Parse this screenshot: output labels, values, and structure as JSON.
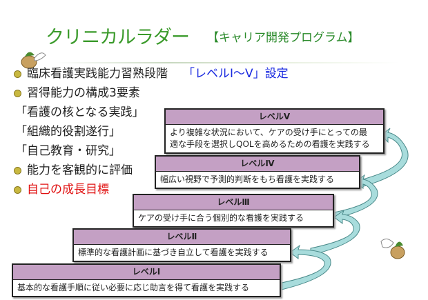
{
  "title": "クリニカルラダー",
  "subtitle": "【キャリア開発プログラム】",
  "bullets": [
    {
      "text": "臨床看護実践能力習熟段階",
      "extra": "「レベルⅠ～Ⅴ」設定"
    },
    {
      "text": "習得能力の構成3要素"
    },
    {
      "text": "「看護の核となる実践」"
    },
    {
      "text": "「組織的役割遂行」"
    },
    {
      "text": "「自己教育・研究」"
    },
    {
      "text": "能力を客観的に評価"
    },
    {
      "text": "自己の成長目標"
    }
  ],
  "levels": [
    {
      "label": "レベルⅤ",
      "desc1": "より複雑な状況において、ケアの受け手にとっての最",
      "desc2": "適な手段を選択しQOLを高めるための看護を実践する"
    },
    {
      "label": "レベルⅣ",
      "desc1": "幅広い視野で予測的判断をもち看護を実践する"
    },
    {
      "label": "レベルⅢ",
      "desc1": "ケアの受け手に合う個別的な看護を実践する"
    },
    {
      "label": "レベルⅡ",
      "desc1": "標準的な看護計画に基づき自立して看護を実践する"
    },
    {
      "label": "レベルⅠ",
      "desc1": "基本的な看護手順に従い必要に応じ助言を得て看護を実践する"
    }
  ],
  "colors": {
    "title": "#3a9a2a",
    "header": "#c4a0c4",
    "arrow": "#a8dcdc",
    "highlight": "#1a2ae0",
    "goal": "#e01010"
  }
}
